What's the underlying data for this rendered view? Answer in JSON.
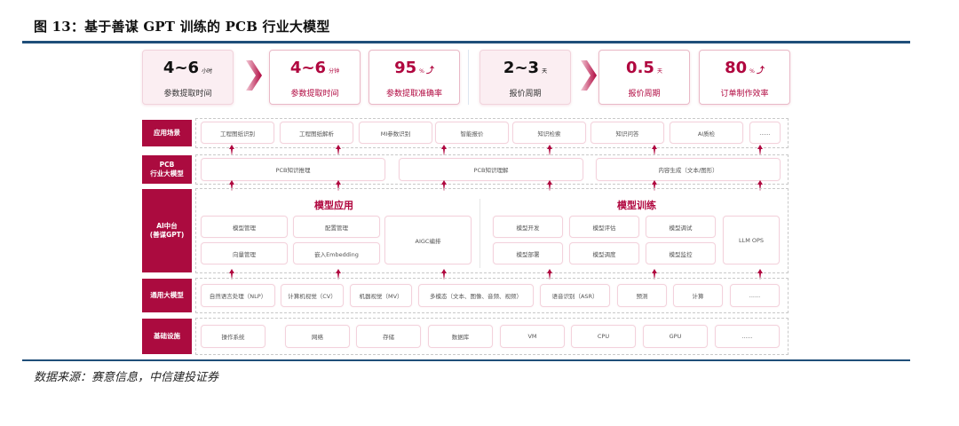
{
  "figure": {
    "title": "图 13：基于善谋 GPT 训练的 PCB 行业大模型",
    "source": "数据来源：赛意信息，中信建投证券"
  },
  "kpis": [
    {
      "value": "4~6",
      "unit": "小时",
      "label": "参数提取时间",
      "state": "before",
      "up_arrow": false
    },
    {
      "value": "4~6",
      "unit": "分钟",
      "label": "参数提取时间",
      "state": "after",
      "up_arrow": false
    },
    {
      "value": "95",
      "unit": "%",
      "label": "参数提取准确率",
      "state": "after",
      "up_arrow": true
    },
    {
      "value": "2~3",
      "unit": "天",
      "label": "报价周期",
      "state": "before",
      "up_arrow": false
    },
    {
      "value": "0.5",
      "unit": "天",
      "label": "报价周期",
      "state": "after",
      "up_arrow": false
    },
    {
      "value": "80",
      "unit": "%",
      "label": "订单制作效率",
      "state": "after",
      "up_arrow": true
    }
  ],
  "layers": {
    "application": {
      "label": "应用场景",
      "items": [
        "工程图纸识别",
        "工程图纸解析",
        "MI参数识别",
        "智能报价",
        "知识检索",
        "知识问答",
        "AI质检",
        "......"
      ]
    },
    "pcb_model": {
      "label": "PCB\n行业大模型",
      "items": [
        "PCB知识推理",
        "PCB知识理解",
        "内容生成（文本/图形）"
      ]
    },
    "ai_platform": {
      "label": "AI中台\n(善谋GPT)",
      "model_application": {
        "title": "模型应用",
        "items": [
          "模型管理",
          "配置管理",
          "向量管理",
          "嵌入Embedding",
          "AIGC编排"
        ]
      },
      "model_training": {
        "title": "模型训练",
        "items": [
          "模型开发",
          "模型评估",
          "模型调试",
          "模型部署",
          "模型调度",
          "模型监控",
          "LLM OPS"
        ]
      }
    },
    "general_model": {
      "label": "通用大模型",
      "items": [
        "自然语言处理（NLP）",
        "计算机视觉（CV）",
        "机器视觉（MV）",
        "多模态（文本、图像、音频、视频）",
        "语音识别（ASR）",
        "预测",
        "计算",
        "......"
      ]
    },
    "infrastructure": {
      "label": "基础设施",
      "items": [
        "操作系统",
        "网络",
        "存储",
        "数据库",
        "VM",
        "CPU",
        "GPU",
        "......"
      ]
    }
  },
  "colors": {
    "accent": "#b0073f",
    "label_bg": "#ab0b3f",
    "rule": "#1f4e79"
  }
}
